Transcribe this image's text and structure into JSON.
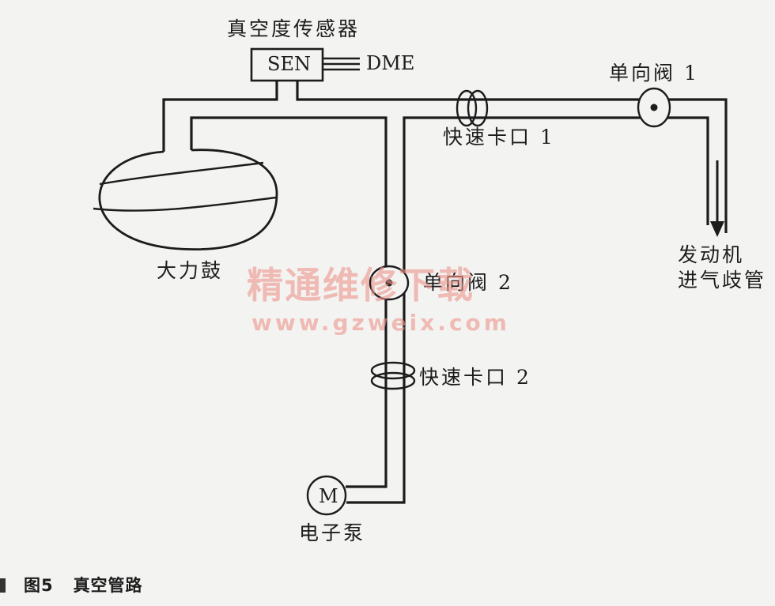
{
  "labels": {
    "sensor": "真空度传感器",
    "sensor_box": "SEN",
    "dme": "DME",
    "check_valve_1": "单向阀 1",
    "quick_coupler_1": "快速卡口 1",
    "engine_intake": [
      "发动机",
      "进气歧管"
    ],
    "brake_booster": "大力鼓",
    "check_valve_2": "单向阀 2",
    "quick_coupler_2": "快速卡口 2",
    "motor_symbol": "M",
    "electric_pump": "电子泵"
  },
  "watermark": {
    "text": "精通维修下载",
    "url": "www.gzweix.com",
    "color": "#ec968c"
  },
  "caption": {
    "figure": "图5",
    "title": "真空管路"
  },
  "colors": {
    "background": "#f3f3f2",
    "line": "#1c1c1c"
  }
}
